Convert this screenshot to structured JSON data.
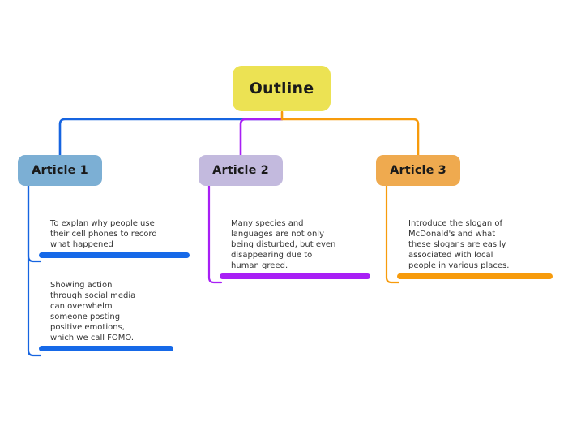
{
  "root": {
    "label": "Outline",
    "color": "#ece253"
  },
  "branches": [
    {
      "label": "Article 1",
      "color": "#7cafd4",
      "line_color": "#1669e8",
      "leaves": [
        {
          "text": "To explan why people use\ntheir cell phones to record\nwhat happened"
        },
        {
          "text": "Showing action\nthrough social media\ncan overwhelm\nsomeone posting\npositive emotions,\nwhich we call FOMO."
        }
      ]
    },
    {
      "label": "Article 2",
      "color": "#c3bade",
      "line_color": "#a81ff5",
      "leaves": [
        {
          "text": "Many species and\nlanguages are not only\nbeing disturbed, but even\ndisappearing due to\nhuman greed."
        }
      ]
    },
    {
      "label": "Article 3",
      "color": "#efaa4f",
      "line_color": "#f79b0c",
      "leaves": [
        {
          "text": "Introduce the slogan of\nMcDonald's and what\nthese slogans are easily\nassociated with local\npeople in various places."
        }
      ]
    }
  ],
  "canvas": {
    "background": "#ffffff"
  }
}
